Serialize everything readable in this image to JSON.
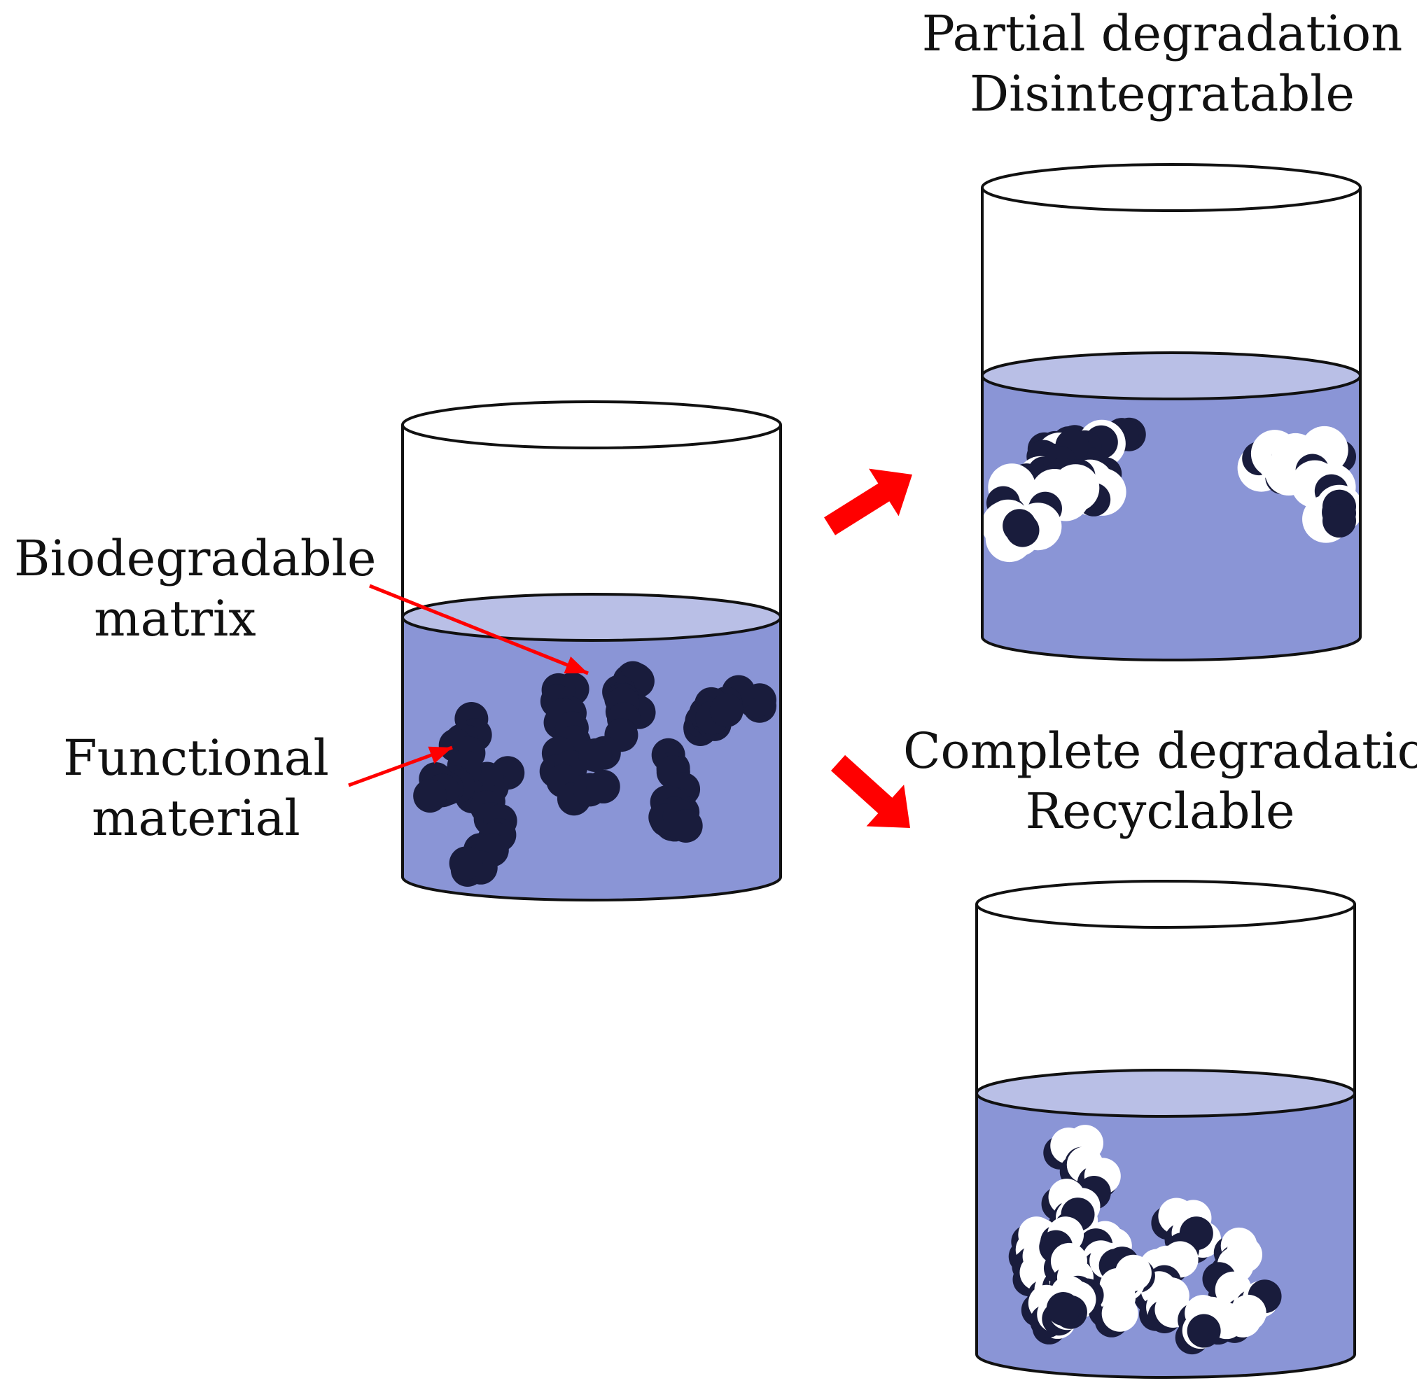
{
  "labels": {
    "matrix_line1": "Biodegradable",
    "matrix_line2": "matrix",
    "functional_line1": "Functional",
    "functional_line2": "material",
    "partial_line1": "Partial degradation",
    "partial_line2": "Disintegratable",
    "complete_line1": "Complete degradation",
    "complete_line2": "Recyclable"
  },
  "colors": {
    "liquid": "#8a95d6",
    "liquid_surface": "#b9bfe6",
    "particle": "#191c3c",
    "degraded_particle": "#ffffff",
    "arrow": "#ff0000",
    "outline": "#111111"
  },
  "beakers": [
    {
      "name": "initial-beaker",
      "state": "intact"
    },
    {
      "name": "partial-beaker",
      "state": "partial degradation"
    },
    {
      "name": "complete-beaker",
      "state": "complete degradation"
    }
  ]
}
